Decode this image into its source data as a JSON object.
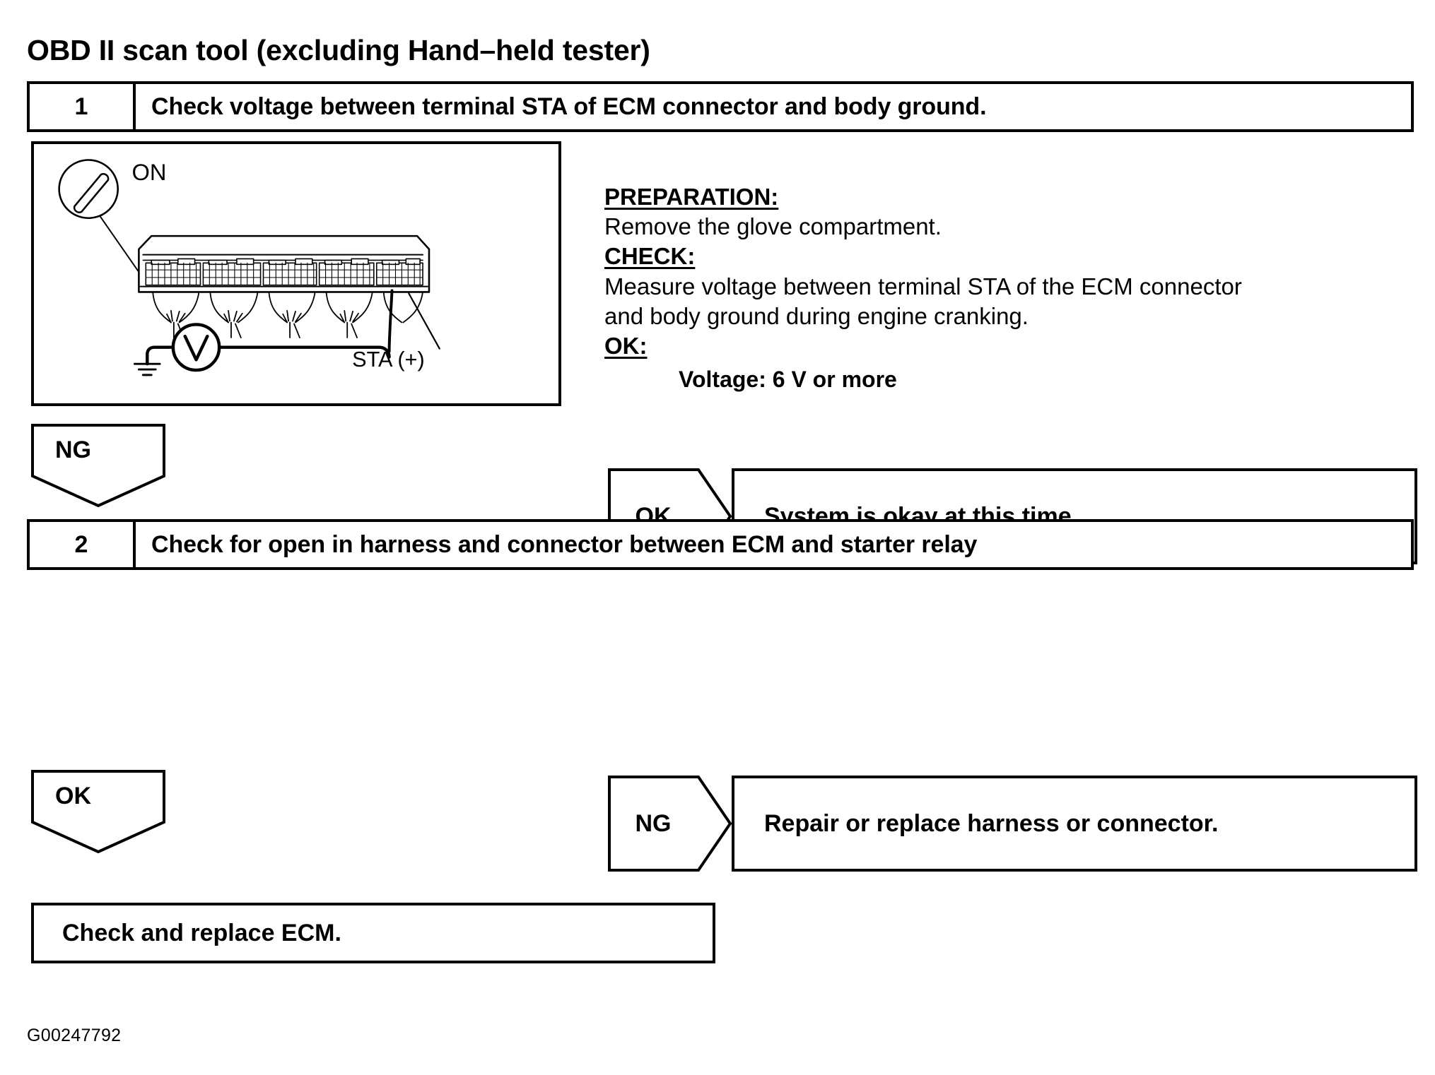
{
  "title": "OBD II scan tool (excluding Hand–held tester)",
  "steps": [
    {
      "number": "1",
      "text": "Check voltage between terminal STA of ECM connector and body ground."
    },
    {
      "number": "2",
      "text": "Check for open in harness and connector between ECM and starter relay"
    }
  ],
  "illustration": {
    "ignition_label": "ON",
    "ignition_icon": "ignition-switch-icon",
    "meter_icon": "voltmeter-icon",
    "meter_symbol": "V",
    "ground_icon": "ground-symbol-icon",
    "terminal_label": "STA (+)",
    "connector_blocks": 5
  },
  "instructions": {
    "preparation_heading": "PREPARATION:",
    "preparation_text": "Remove the glove compartment.",
    "check_heading": "CHECK:",
    "check_text_line1": "Measure voltage between terminal STA of the ECM connector",
    "check_text_line2": "and body ground during engine cranking.",
    "ok_heading": "OK:",
    "ok_spec": "Voltage: 6 V or more"
  },
  "flow": {
    "ok_result": {
      "label": "OK",
      "text": "System is okay at this time."
    },
    "ng_branch_step1": {
      "label": "NG"
    },
    "ng_result_step2": {
      "label": "NG",
      "text": "Repair or replace harness or connector."
    },
    "ok_branch_step2": {
      "label": "OK"
    },
    "final": {
      "text": "Check and replace ECM."
    }
  },
  "figure_code": "G00247792",
  "colors": {
    "ink": "#000000",
    "paper": "#ffffff"
  }
}
